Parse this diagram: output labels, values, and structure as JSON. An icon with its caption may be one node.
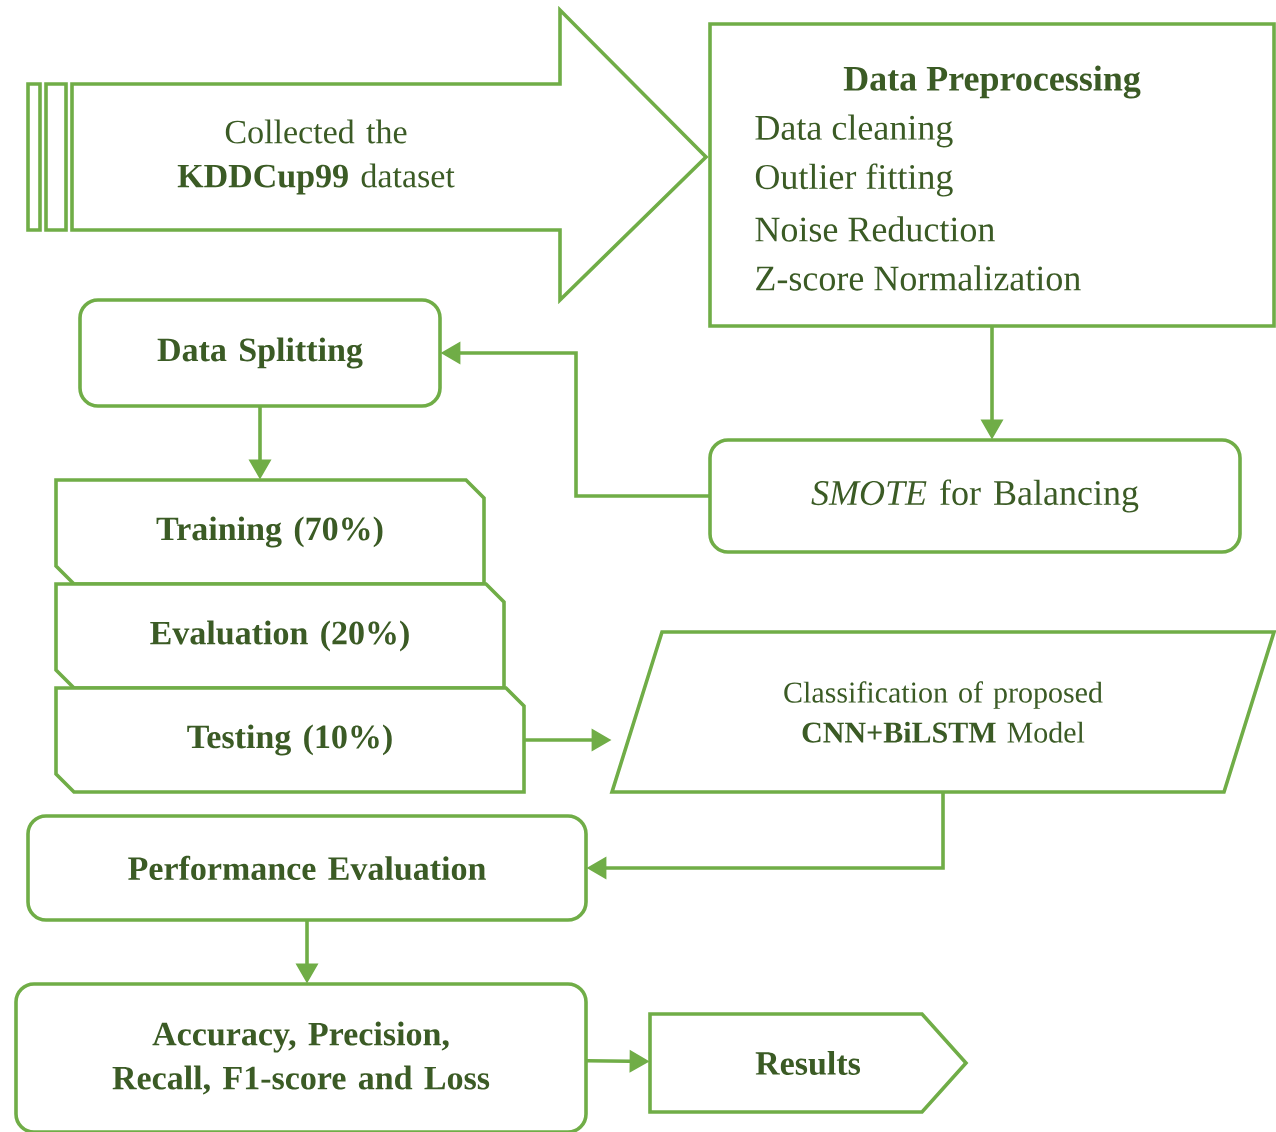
{
  "diagram": {
    "nodes": [
      {
        "text": [
          "Collected the **KDDCup99** dataset"
        ]
      },
      {
        "text": [
          "Data Preprocessing",
          "Data cleaning",
          "Outlier fitting",
          "Noise Reduction",
          "Z-score Normalization"
        ]
      },
      {
        "text": [
          "Data Splitting"
        ]
      },
      {
        "text": [
          "*SMOTE* for Balancing"
        ]
      },
      {
        "text": [
          "Training (70%)"
        ]
      },
      {
        "text": [
          "Evaluation (20%)"
        ]
      },
      {
        "text": [
          "Testing (10%)"
        ]
      },
      {
        "text": [
          "Classification of proposed **CNN+BiLSTM** Model"
        ]
      },
      {
        "text": [
          "Performance Evaluation"
        ]
      },
      {
        "text": [
          "Accuracy, Precision, Recall, F1-score and Loss"
        ]
      },
      {
        "text": [
          "Results"
        ]
      }
    ],
    "edges": [
      {
        "from": 1,
        "to": 3,
        "arrow": "to"
      },
      {
        "from": 3,
        "to": 2,
        "arrow": "to"
      },
      {
        "from": 2,
        "to": 4,
        "arrow": "to"
      },
      {
        "from": 6,
        "to": 7,
        "arrow": "to"
      },
      {
        "from": 7,
        "to": 8,
        "arrow": "to"
      },
      {
        "from": 8,
        "to": 9,
        "arrow": "to"
      },
      {
        "from": 9,
        "to": 10,
        "arrow": "to"
      }
    ]
  }
}
